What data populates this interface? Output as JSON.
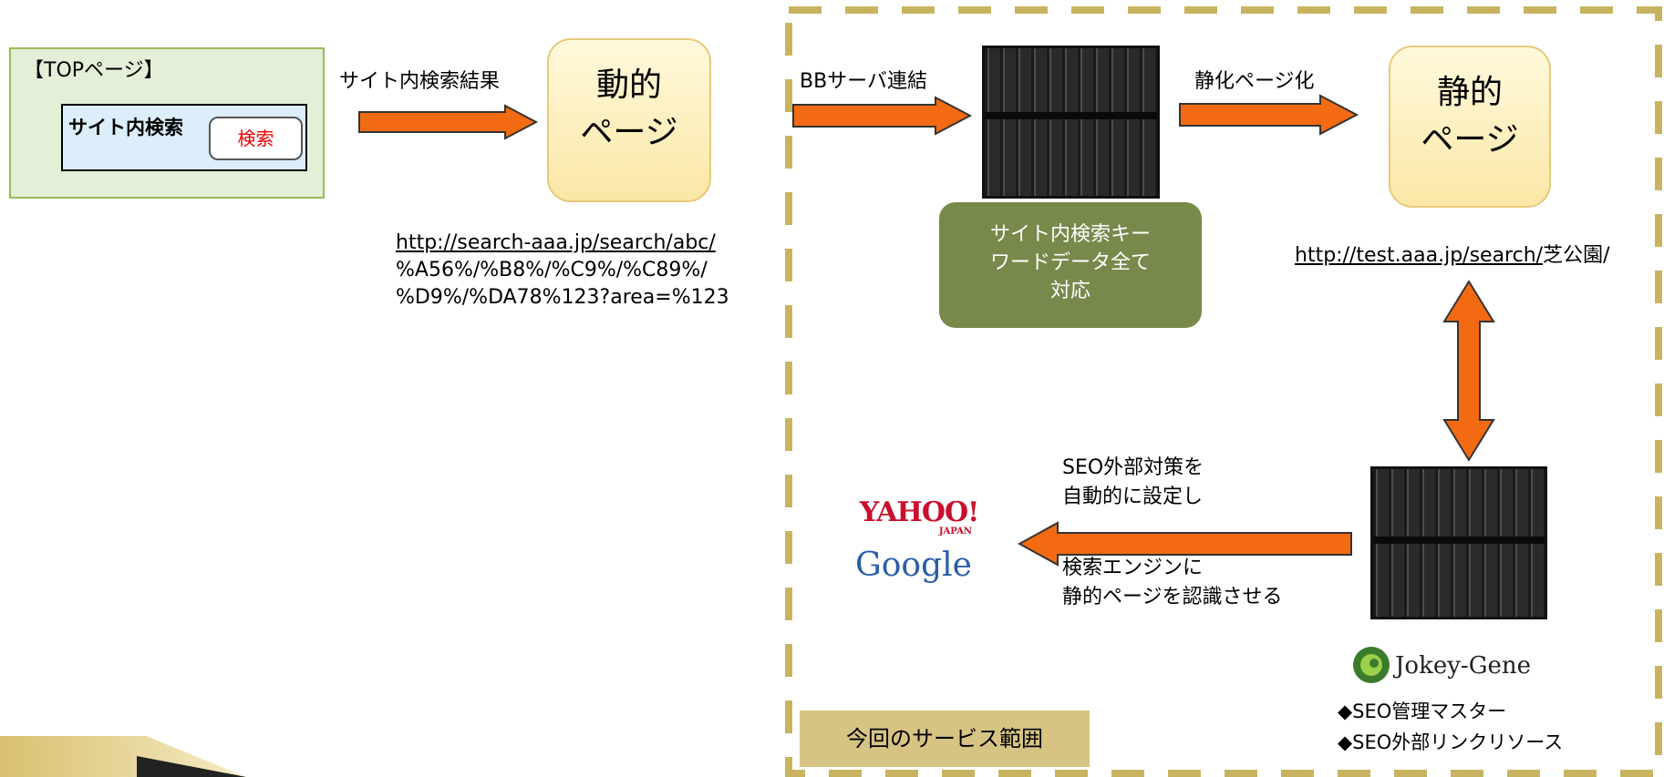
{
  "top_page": {
    "title": "【TOPページ】",
    "search_label": "サイト内検索",
    "search_button": "検索"
  },
  "arrow1_label": "サイト内検索結果",
  "dynamic_page": {
    "line1": "動的",
    "line2": "ページ"
  },
  "dynamic_url": {
    "link": "http://search-aaa.jp/search/abc/",
    "line2": "%A56%/%B8%/%C9%/%C89%/",
    "line3": "%D9%/%DA78%123?area=%123"
  },
  "arrow2_label": "BBサーバ連結",
  "green_box": {
    "line1": "サイト内検索キー",
    "line2": "ワードデータ全て",
    "line3": "対応"
  },
  "arrow3_label": "静化ページ化",
  "static_page": {
    "line1": "静的",
    "line2": "ページ"
  },
  "static_url": {
    "link": "http://test.aaa.jp/search/",
    "suffix": "芝公園/"
  },
  "seo_text": {
    "line1": "SEO外部対策を",
    "line2": "自動的に設定し"
  },
  "engine_text": {
    "line1": "検索エンジンに",
    "line2": "静的ページを認識させる"
  },
  "yahoo_logo": "YAHOO!",
  "yahoo_sub": "JAPAN",
  "google_logo": "Google",
  "jokey_logo": "Jokey-Gene",
  "bullets": [
    "◆SEO管理マスター",
    "◆SEO外部リンクリソース"
  ],
  "service_label": "今回のサービス範囲",
  "colors": {
    "arrow": "#f26b12",
    "dashed_border": "#c8b460",
    "green_box": "#77894b",
    "service_label": "#d7c484"
  }
}
